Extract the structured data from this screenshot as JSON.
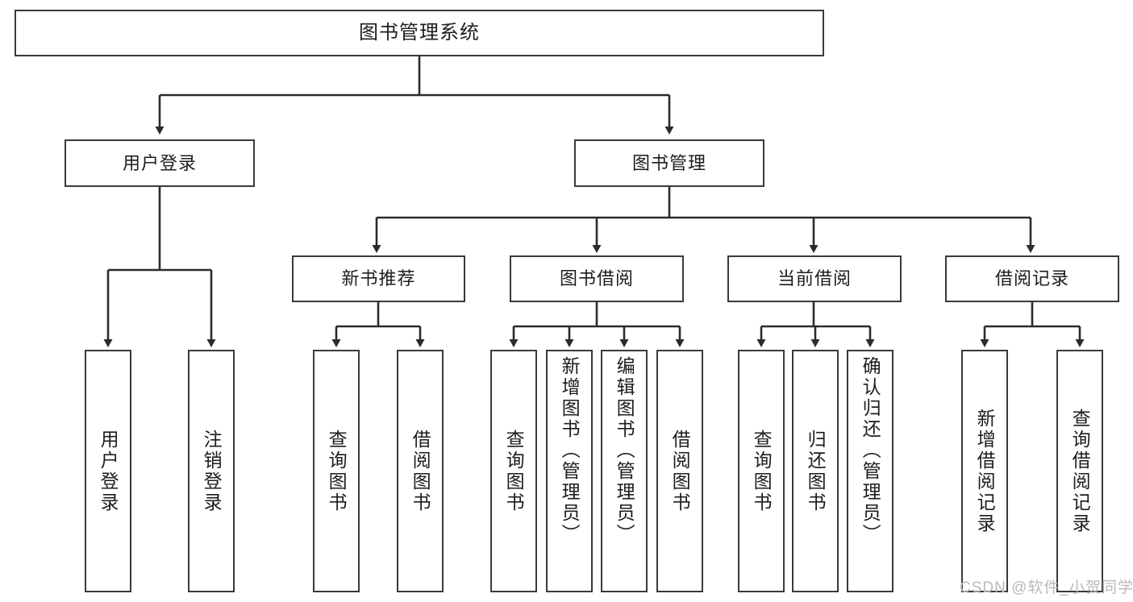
{
  "diagram": {
    "title": "图书管理系统",
    "type": "tree",
    "orientation": "top-down",
    "colors": {
      "box_border": "#3a3a3a",
      "box_fill": "#ffffff",
      "connector": "#2b2b2b",
      "text": "#1d1d1d",
      "watermark": "#b9b9b9",
      "background": "#ffffff"
    }
  },
  "root": {
    "label": "图书管理系统"
  },
  "level1": [
    {
      "label": "用户登录"
    },
    {
      "label": "图书管理"
    }
  ],
  "level2": [
    {
      "label": "新书推荐"
    },
    {
      "label": "图书借阅"
    },
    {
      "label": "当前借阅"
    },
    {
      "label": "借阅记录"
    }
  ],
  "leaves": {
    "user_login": [
      {
        "label": "用户登录"
      },
      {
        "label": "注销登录"
      }
    ],
    "new_book_recommend": [
      {
        "label": "查询图书"
      },
      {
        "label": "借阅图书"
      }
    ],
    "book_borrow": [
      {
        "label": "查询图书"
      },
      {
        "label": "新增图书（管理员）"
      },
      {
        "label": "编辑图书（管理员）"
      },
      {
        "label": "借阅图书"
      }
    ],
    "current_borrow": [
      {
        "label": "查询图书"
      },
      {
        "label": "归还图书"
      },
      {
        "label": "确认归还（管理员）"
      }
    ],
    "borrow_record": [
      {
        "label": "新增借阅记录"
      },
      {
        "label": "查询借阅记录"
      }
    ]
  },
  "watermark": {
    "text": "CSDN @软件_小贺同学"
  }
}
